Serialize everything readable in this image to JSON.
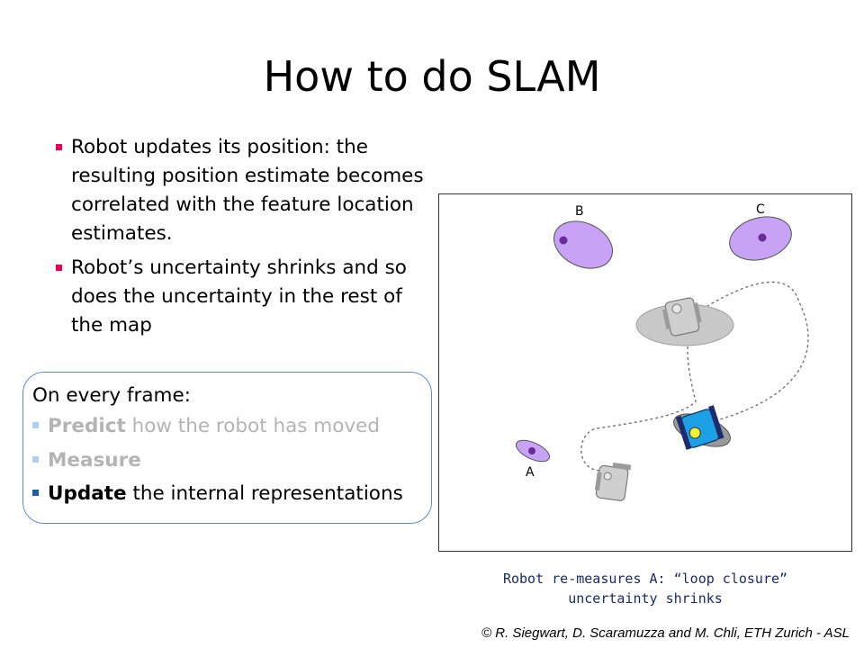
{
  "slide": {
    "title": "How to do SLAM",
    "bullets": [
      "Robot updates its position: the resulting position estimate becomes correlated with the feature location estimates.",
      "Robot’s uncertainty shrinks and so does the uncertainty in the rest of the map"
    ],
    "frame_box": {
      "heading": "On every frame:",
      "items": [
        {
          "bold": "Predict",
          "rest": " how the robot has moved",
          "state": "faded"
        },
        {
          "bold": "Measure",
          "rest": "",
          "state": "faded"
        },
        {
          "bold": "Update",
          "rest": " the internal representations",
          "state": "active"
        }
      ]
    },
    "figure": {
      "landmark_labels": {
        "a": "A",
        "b": "B",
        "c": "C"
      }
    },
    "caption": {
      "line1": "Robot re-measures A: “loop closure”",
      "line2": "uncertainty shrinks"
    },
    "credit": "© R. Siegwart, D. Scaramuzza and M. Chli, ETH Zurich - ASL"
  },
  "colors": {
    "bullet_marker": "#e8005a",
    "faded_marker": "#aed0ee",
    "active_marker": "#1f5faa",
    "box_border": "#5b8fd0",
    "landmark_fill": "#c8a2f4",
    "landmark_dot": "#6a2a9a",
    "robot_blue": "#1ea0e6",
    "robot_navy": "#1c2c6e",
    "caption_text": "#1a2a6c"
  }
}
